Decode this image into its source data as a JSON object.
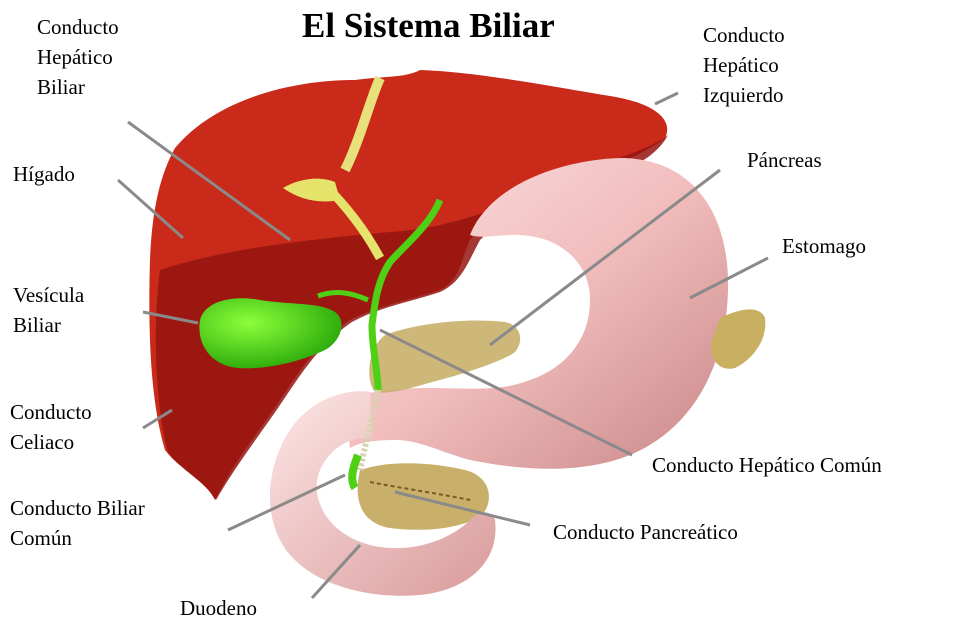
{
  "title": "El Sistema Biliar",
  "labels": {
    "conducto_hepatico_biliar": [
      "Conducto",
      "Hepático",
      "Biliar"
    ],
    "conducto_hepatico_izquierdo": [
      "Conducto",
      "Hepático",
      "Izquierdo"
    ],
    "higado": "Hígado",
    "pancreas": "Páncreas",
    "estomago": "Estomago",
    "vesicula_biliar": [
      "Vesícula",
      "Biliar"
    ],
    "conducto_celiaco": [
      "Conducto",
      "Celiaco"
    ],
    "conducto_hepatico_comun": "Conducto Hepático Común",
    "conducto_biliar_comun": [
      "Conducto Biliar",
      "Común"
    ],
    "conducto_pancreatico": "Conducto Pancreático",
    "duodeno": "Duodeno"
  },
  "colors": {
    "liver": "#c92a1a",
    "liver_dark": "#8e0f0a",
    "gallbladder": "#5fe01a",
    "bile_duct": "#e6e36a",
    "stomach": "#f3c4c4",
    "pancreas": "#c8b06a",
    "leader_line": "#8a8a8a"
  }
}
